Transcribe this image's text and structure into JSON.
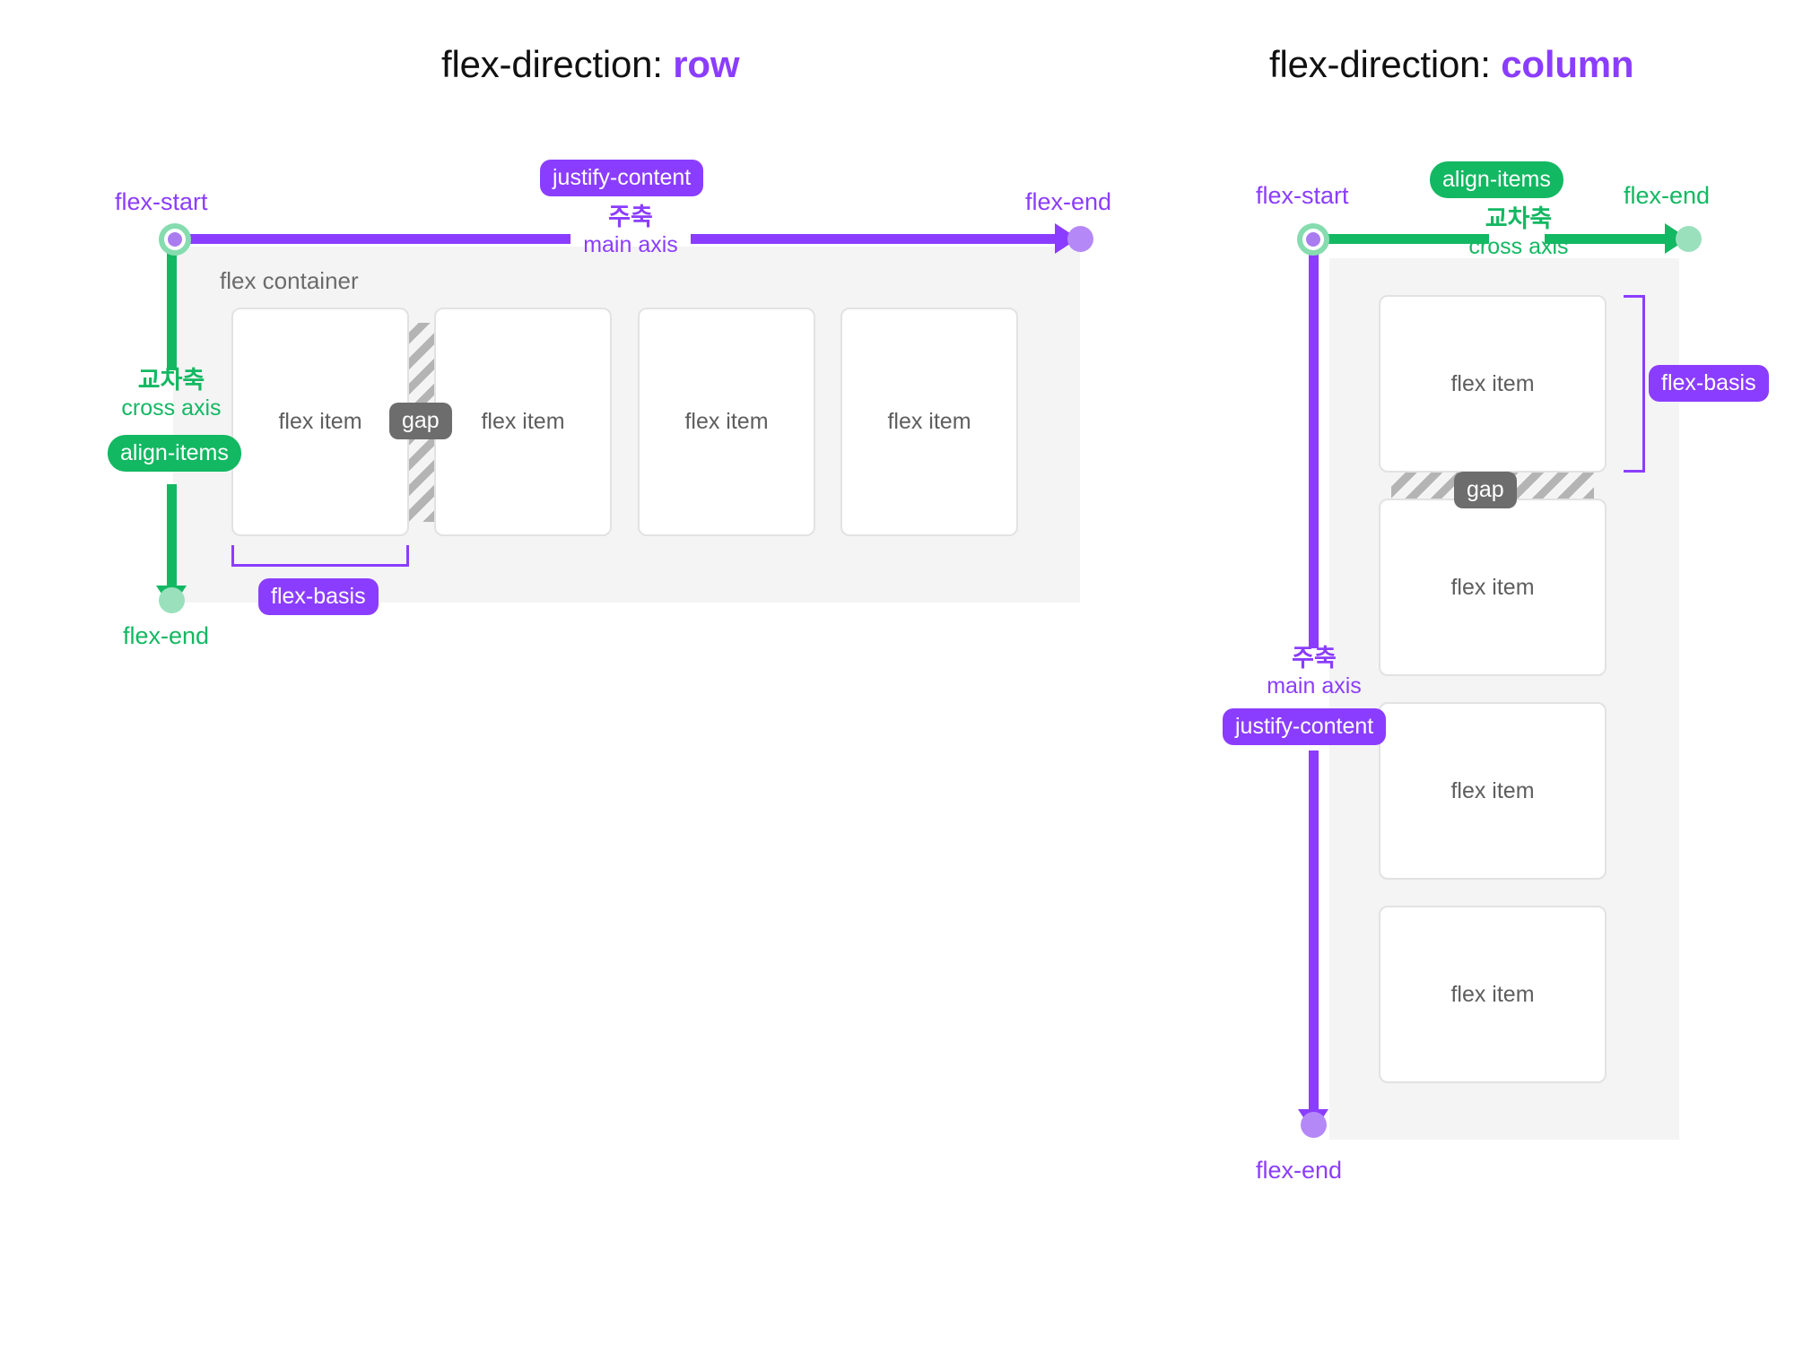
{
  "row_panel": {
    "title_prefix": "flex-direction: ",
    "title_value": "row",
    "container_label": "flex container",
    "main_axis": {
      "ko": "주축",
      "en": "main axis",
      "start_label": "flex-start",
      "end_label": "flex-end",
      "property_badge": "justify-content"
    },
    "cross_axis": {
      "ko": "교차축",
      "en": "cross axis",
      "end_label": "flex-end",
      "property_badge": "align-items"
    },
    "gap_label": "gap",
    "basis_label": "flex-basis",
    "items": [
      {
        "label": "flex item"
      },
      {
        "label": "flex item"
      },
      {
        "label": "flex item"
      },
      {
        "label": "flex item"
      }
    ]
  },
  "column_panel": {
    "title_prefix": "flex-direction: ",
    "title_value": "column",
    "main_axis": {
      "ko": "주축",
      "en": "main axis",
      "start_label": "flex-start",
      "end_label": "flex-end",
      "property_badge": "justify-content"
    },
    "cross_axis": {
      "ko": "교차축",
      "en": "cross axis",
      "end_label": "flex-end",
      "property_badge": "align-items"
    },
    "gap_label": "gap",
    "basis_label": "flex-basis",
    "items": [
      {
        "label": "flex item"
      },
      {
        "label": "flex item"
      },
      {
        "label": "flex item"
      },
      {
        "label": "flex item"
      }
    ]
  },
  "colors": {
    "main_axis": "#8b3dff",
    "cross_axis": "#13b862",
    "gap": "#6d6d6d",
    "container_bg": "#f4f4f4",
    "item_border": "#e2e2e2",
    "text": "#5e5e5e"
  }
}
